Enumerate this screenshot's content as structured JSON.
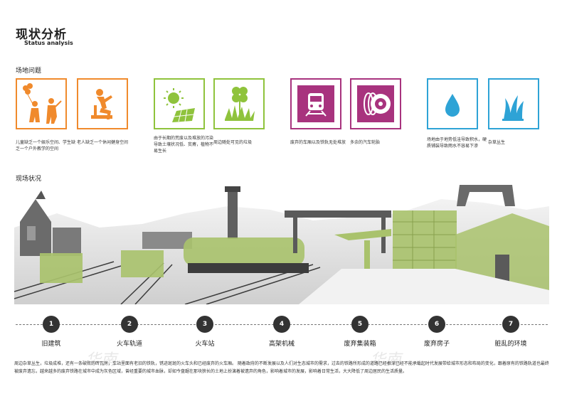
{
  "header": {
    "title": "现状分析",
    "subtitle": "Status analysis"
  },
  "sections": {
    "site_issues": "场地问题",
    "site_status": "现场状况"
  },
  "issues": [
    {
      "icon": "people-playing-icon",
      "color": "#f08a2c",
      "caption": "儿童缺乏一个娱乐空间、学生缺乏一个户外教学的空间"
    },
    {
      "icon": "elder-exercise-icon",
      "color": "#f08a2c",
      "caption": "老人缺乏一个休闲健身空间"
    },
    {
      "icon": "solar-panel-icon",
      "color": "#8fc33c",
      "caption": "由于长期的荒废以及堆放的污染导致土壤状况低、贫瘠，植物不易生长"
    },
    {
      "icon": "clover-plant-icon",
      "color": "#8fc33c",
      "caption": "周边随处可见的垃圾"
    },
    {
      "icon": "train-icon",
      "color": "#a8337e",
      "caption": "废弃的车厢以及铁轨无处堆放"
    },
    {
      "icon": "tires-icon",
      "color": "#a8337e",
      "caption": "多余的汽车轮胎"
    },
    {
      "icon": "water-drop-icon",
      "color": "#2ea3d6",
      "caption": "场地由于地势低洼导致积水，硬质铺装导致雨水不容易下渗"
    },
    {
      "icon": "grass-icon",
      "color": "#2ea3d6",
      "caption": "杂草丛生"
    }
  ],
  "nodes": [
    {
      "num": "1",
      "label": "旧建筑"
    },
    {
      "num": "2",
      "label": "火车轨道"
    },
    {
      "num": "3",
      "label": "火车站"
    },
    {
      "num": "4",
      "label": "高架机械"
    },
    {
      "num": "5",
      "label": "废弃集装箱"
    },
    {
      "num": "6",
      "label": "废弃房子"
    },
    {
      "num": "7",
      "label": "脏乱的环境"
    }
  ],
  "description": "周边杂草丛生，垃圾成堆，还有一条破败的砖瓦房，车站里面有老旧的铁轨，锈迹斑斑的火车头和已经废弃的火车厢。 随着政府的不断发展以及人们对生态城市的需求，过去的铁路所形成的道路已经根深已经不能承载起时代发展带给城市形态和布局的变化，跟着原有的铁路轨道也最终被废弃遗忘，越来越多的废弃铁路在城市中成为灰色区域，曾经重要的城市血脉，却如今盘踞在那块狭长的土地上扮演着被遗弃的角色，影响着城市的发展，影响着日常生活，大大降低了周边居民的生活质量。",
  "watermark": "华南"
}
